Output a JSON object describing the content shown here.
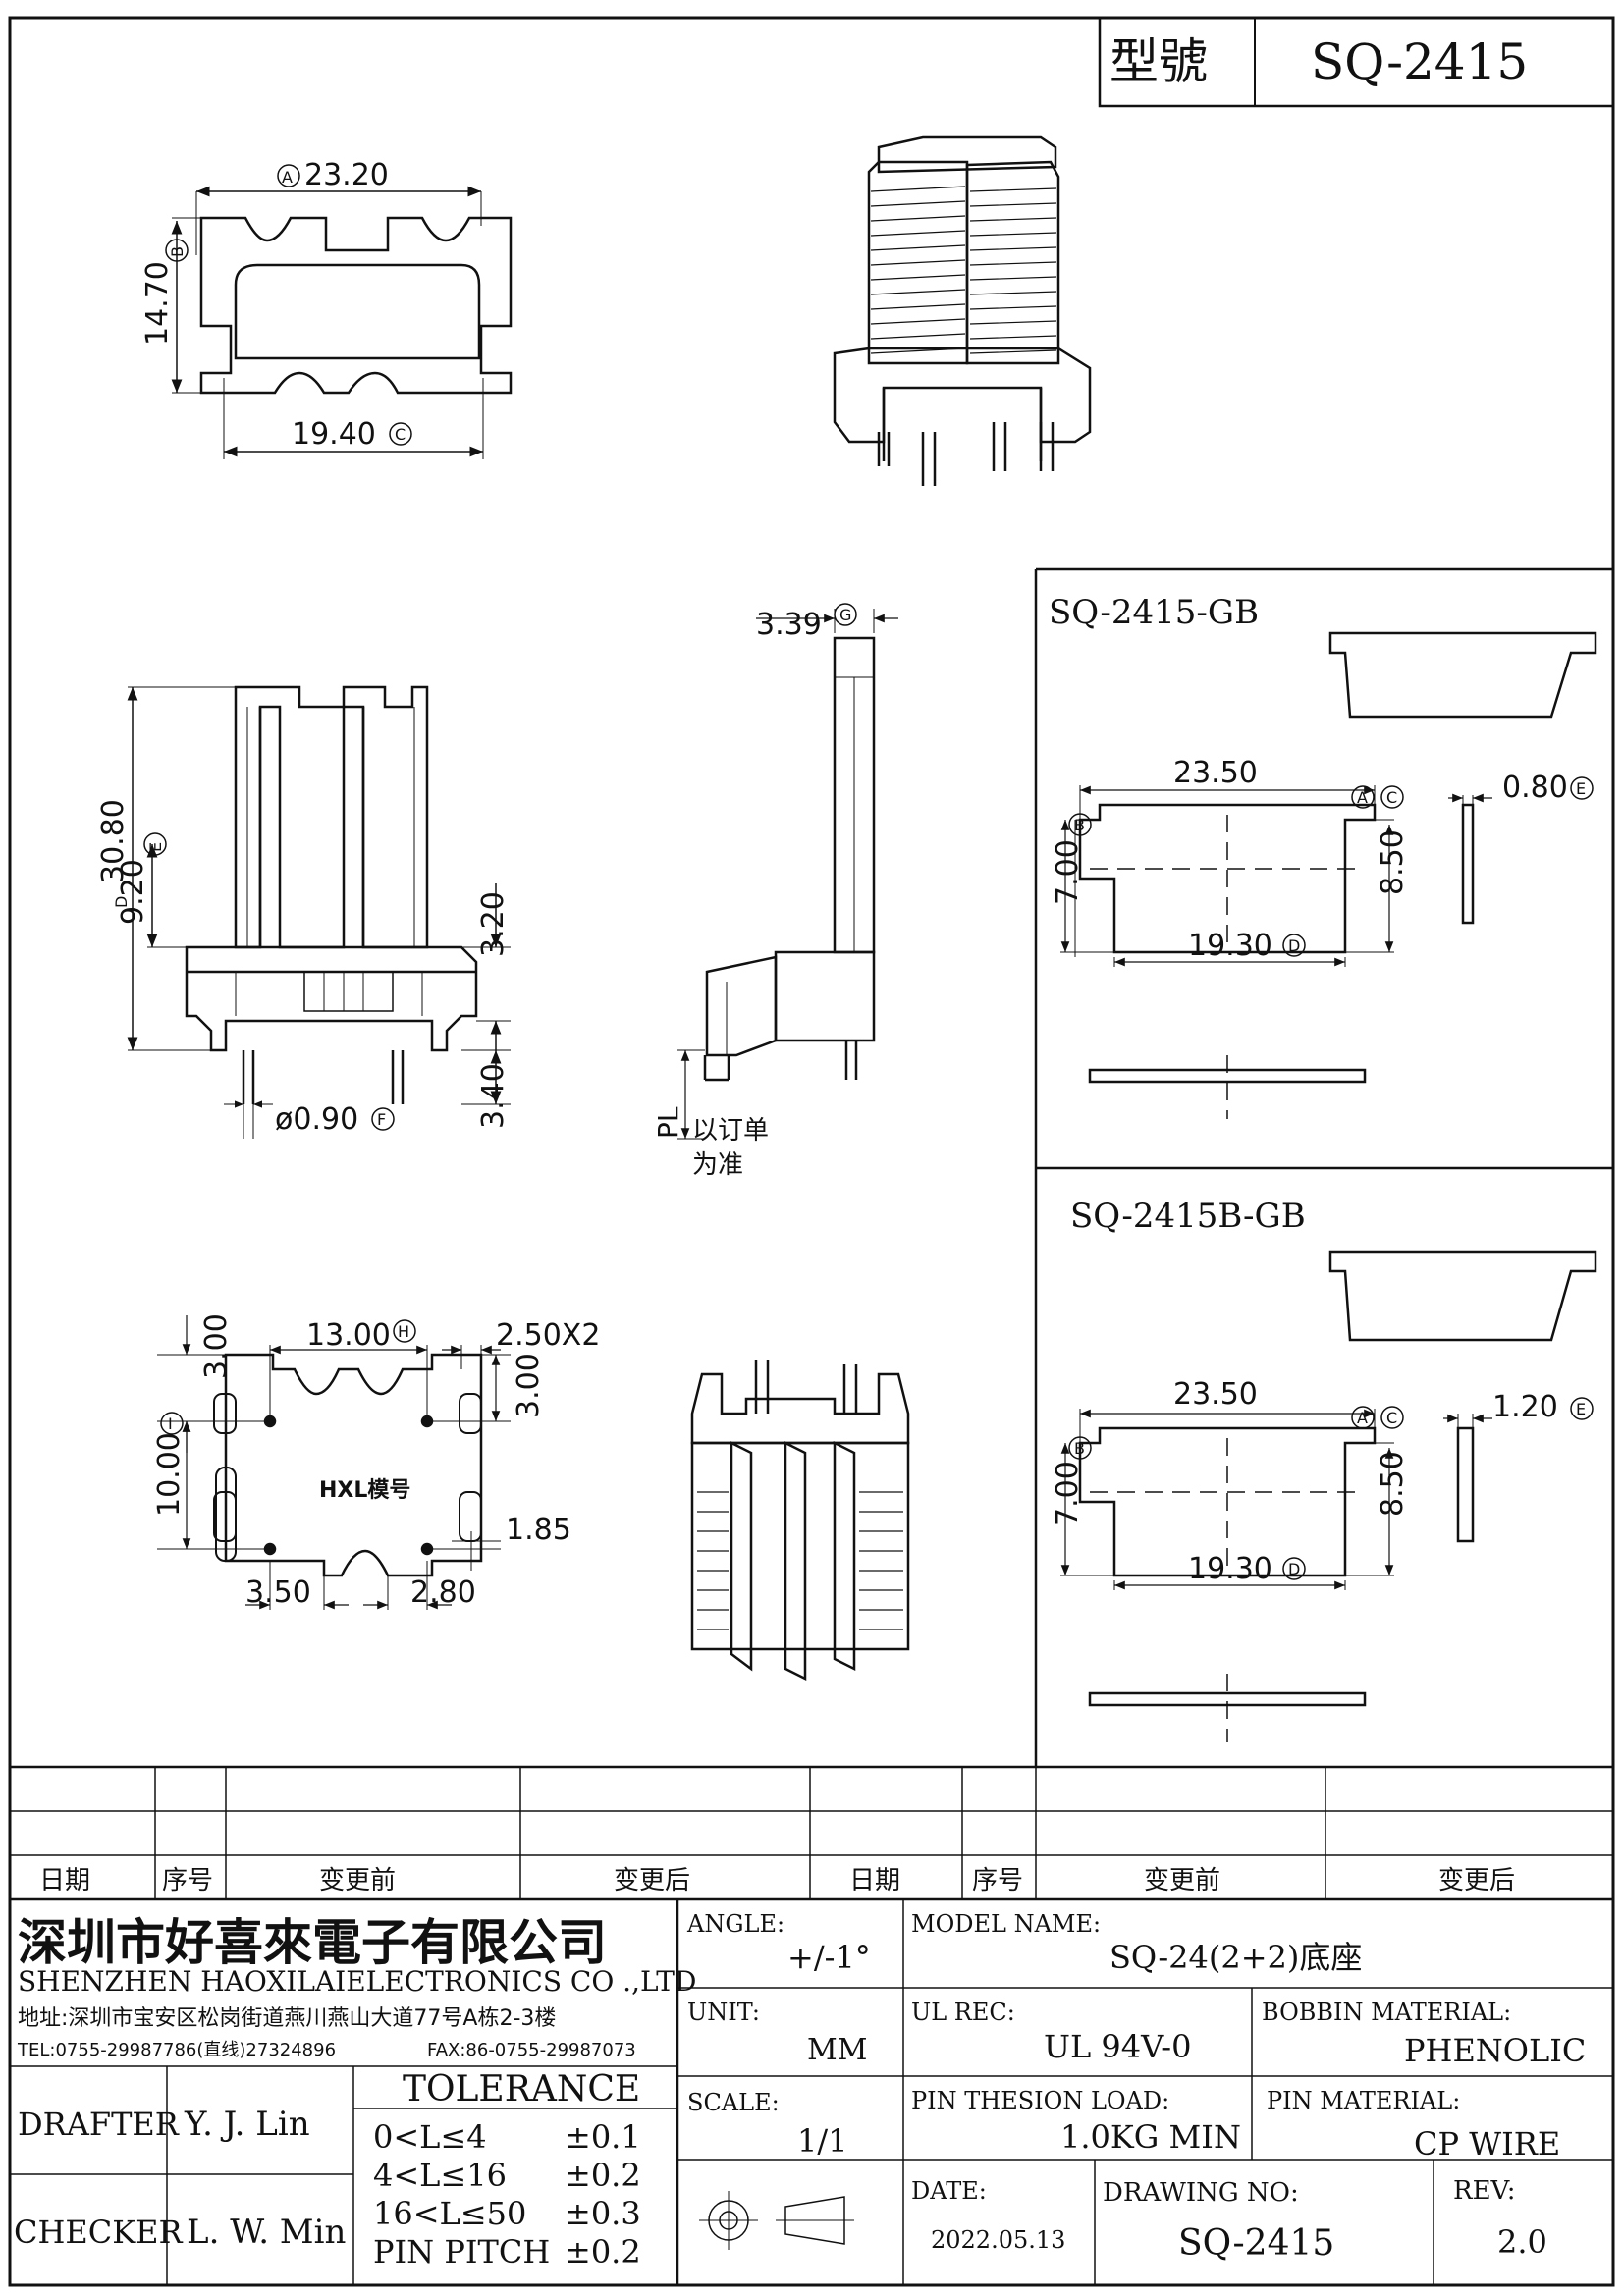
{
  "header": {
    "model_label": "型號",
    "model_value": "SQ-2415"
  },
  "views": {
    "top": {
      "d_a": "23.20",
      "d_b": "14.70",
      "d_c": "19.40",
      "mark_a": "A",
      "mark_b": "B",
      "mark_c": "C"
    },
    "front": {
      "d_d": "30.80",
      "d_e": "9.20",
      "d_1": "3.20",
      "d_2": "3.40",
      "d_f": "ø0.90",
      "mark_d": "D",
      "mark_e": "E",
      "mark_f": "F"
    },
    "side": {
      "d_g": "3.39",
      "mark_g": "G",
      "pl": "PL",
      "note_1": "以订单",
      "note_2": "为准"
    },
    "bottom": {
      "d_h": "13.00",
      "mark_h": "H",
      "d_top": "3.00",
      "d_pitch": "2.50X2",
      "d_right": "3.00",
      "d_i": "10.00",
      "mark_i": "I",
      "d_185": "1.85",
      "d_350": "3.50",
      "d_280": "2.80",
      "logo": "HXL模号"
    }
  },
  "clip_gb": {
    "title": "SQ-2415-GB",
    "d_a": "23.50",
    "d_b": "7.00",
    "d_c": "8.50",
    "d_d": "19.30",
    "d_e": "0.80",
    "mark_a": "A",
    "mark_b": "B",
    "mark_c": "C",
    "mark_d": "D",
    "mark_e": "E"
  },
  "clip_bgb": {
    "title": "SQ-2415B-GB",
    "d_a": "23.50",
    "d_b": "7.00",
    "d_c": "8.50",
    "d_d": "19.30",
    "d_e": "1.20",
    "mark_a": "A",
    "mark_b": "B",
    "mark_c": "C",
    "mark_d": "D",
    "mark_e": "E"
  },
  "revision": {
    "col_date": "日期",
    "col_seq": "序号",
    "col_before": "变更前",
    "col_after": "变更后"
  },
  "company": {
    "name_cn": "深圳市好喜來電子有限公司",
    "name_en": "SHENZHEN HAOXILAIELECTRONICS CO .,LTD",
    "address": "地址:深圳市宝安区松岗街道燕川燕山大道77号A栋2-3楼",
    "tel": "TEL:0755-29987786(直线)27324896",
    "fax": "FAX:86-0755-29987073"
  },
  "title_block": {
    "angle_label": "ANGLE:",
    "angle_value": "+/-1°",
    "model_name_label": "MODEL NAME:",
    "model_name_value": "SQ-24(2+2)底座",
    "unit_label": "UNIT:",
    "unit_value": "MM",
    "ul_label": "UL REC:",
    "ul_value": "UL 94V-0",
    "bobbin_label": "BOBBIN MATERIAL:",
    "bobbin_value": "PHENOLIC",
    "scale_label": "SCALE:",
    "scale_value": "1/1",
    "pin_load_label": "PIN THESION LOAD:",
    "pin_load_value": "1.0KG MIN",
    "pin_mat_label": "PIN MATERIAL:",
    "pin_mat_value": "CP  WIRE",
    "date_label": "DATE:",
    "date_value": "2022.05.13",
    "drawing_label": "DRAWING NO:",
    "drawing_value": "SQ-2415",
    "rev_label": "REV:",
    "rev_value": "2.0",
    "drafter_label": "DRAFTER",
    "drafter_value": "Y. J. Lin",
    "checker_label": "CHECKER",
    "checker_value": "L. W. Min",
    "tolerance_label": "TOLERANCE",
    "tol_rows": [
      {
        "range": "0<L≤4",
        "tol": "±0.1"
      },
      {
        "range": "4<L≤16",
        "tol": "±0.2"
      },
      {
        "range": "16<L≤50",
        "tol": "±0.3"
      },
      {
        "range": "PIN PITCH",
        "tol": "±0.2"
      }
    ]
  }
}
